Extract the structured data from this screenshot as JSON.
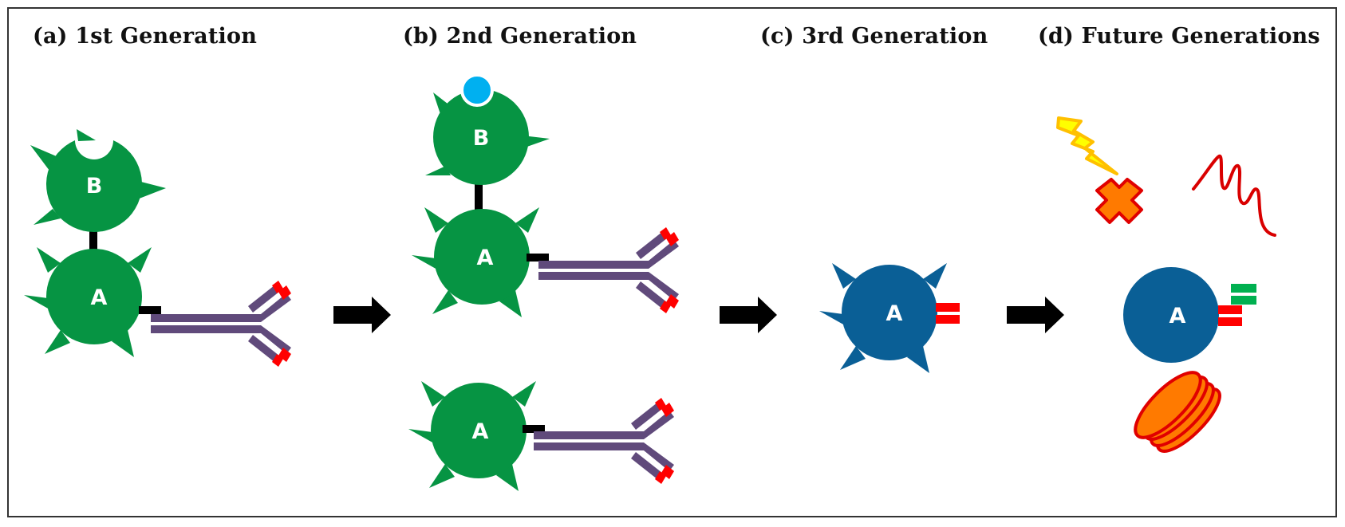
{
  "panels": [
    {
      "id": "a",
      "title": "(a) 1st Generation"
    },
    {
      "id": "b",
      "title": "(b) 2nd Generation"
    },
    {
      "id": "c",
      "title": "(c) 3rd Generation"
    },
    {
      "id": "d",
      "title": "(d) Future Generations"
    }
  ],
  "labels": {
    "cell_a": "A",
    "cell_b": "B"
  },
  "colors": {
    "green_cell": "#069443",
    "blue_cell": "#0a5f96",
    "antibody": "#604a7b",
    "antigen_tip": "#ff0000",
    "ligand_blue": "#00b0f0",
    "green_bar": "#00b050",
    "lightning_fill": "#ffff00",
    "lightning_stroke": "#ffc000",
    "orange_fill": "#ff7a00",
    "red_stroke": "#e00000",
    "arrow": "#000000"
  },
  "icons": [
    "lightning-icon",
    "cross-icon",
    "wave-icon",
    "stacked-disks-icon",
    "arrow-right-icon"
  ]
}
